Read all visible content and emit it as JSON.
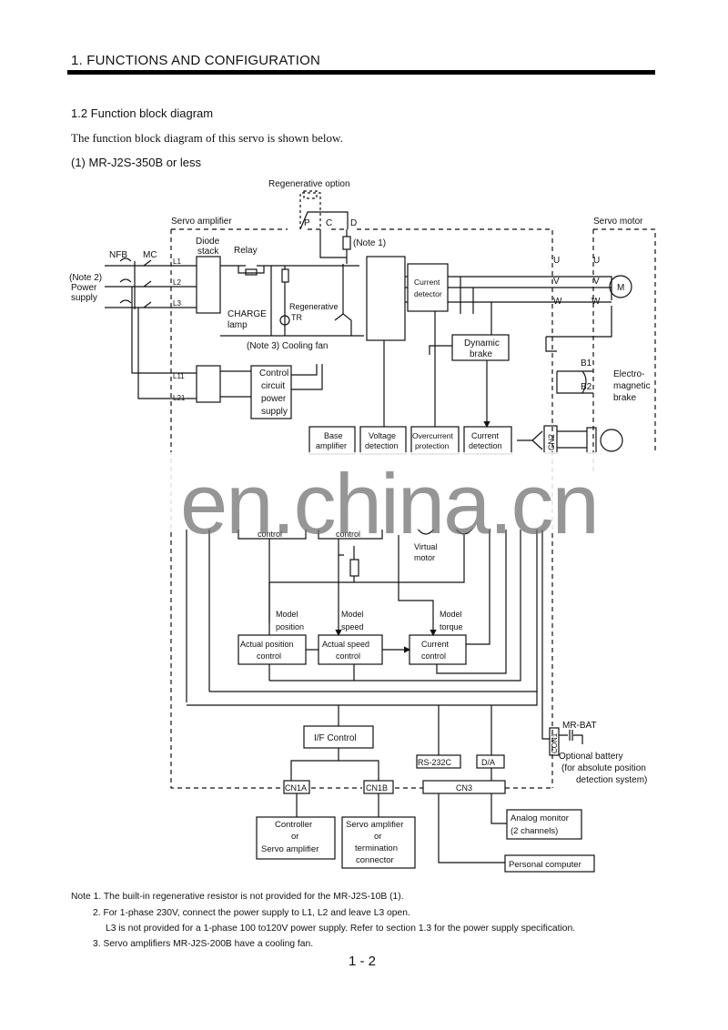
{
  "header": {
    "chapter_title": "1. FUNCTIONS AND CONFIGURATION",
    "section_title": "1.2 Function block diagram",
    "intro_text": "The function block diagram of this servo is shown below.",
    "sub_title": "(1) MR-J2S-350B or less"
  },
  "diagram": {
    "regenerative_option": "Regenerative option",
    "servo_amplifier": "Servo amplifier",
    "servo_motor": "Servo motor",
    "terminals": {
      "p": "P",
      "c": "C",
      "d": "D"
    },
    "note1_ref": "(Note 1)",
    "nfb": "NFB",
    "mc": "MC",
    "power_supply": [
      "(Note 2)",
      "Power",
      "supply"
    ],
    "diode_stack": [
      "Diode",
      "stack"
    ],
    "relay": "Relay",
    "charge_lamp": [
      "CHARGE",
      "lamp"
    ],
    "regenerative_tr": [
      "Regenerative",
      "TR"
    ],
    "cooling_fan": "(Note 3) Cooling fan",
    "inputs": [
      "L1",
      "L2",
      "L3",
      "L11",
      "L21"
    ],
    "control_power": [
      "Control",
      "circuit",
      "power",
      "supply"
    ],
    "current_detector": [
      "Current",
      "detector"
    ],
    "dynamic_brake": [
      "Dynamic",
      "brake"
    ],
    "outputs_amp": [
      "U",
      "V",
      "W"
    ],
    "outputs_motor": [
      "U",
      "V",
      "W"
    ],
    "motor": "M",
    "brake_terms": [
      "B1",
      "B2"
    ],
    "em_brake": [
      "Electro-",
      "magnetic",
      "brake"
    ],
    "base_amplifier": [
      "Base",
      "amplifier"
    ],
    "voltage_detection": [
      "Voltage",
      "detection"
    ],
    "overcurrent_protection": [
      "Overcurrent",
      "protection"
    ],
    "current_detection": [
      "Current",
      "detection"
    ],
    "cn2": "CN2",
    "model_position_control": "control",
    "model_speed_control": "control",
    "virtual_motor": [
      "Virtual",
      "motor"
    ],
    "model_position": [
      "Model",
      "position"
    ],
    "model_speed": [
      "Model",
      "speed"
    ],
    "model_torque": [
      "Model",
      "torque"
    ],
    "actual_position_control": [
      "Actual position",
      "control"
    ],
    "actual_speed_control": [
      "Actual speed",
      "control"
    ],
    "current_control": [
      "Current",
      "control"
    ],
    "if_control": "I/F Control",
    "rs232c": "RS-232C",
    "da": "D/A",
    "cn1a": "CN1A",
    "cn1b": "CN1B",
    "cn3": "CN3",
    "con1": "CON1",
    "mr_bat": "MR-BAT",
    "optional_battery": [
      "Optional battery",
      "(for absolute position",
      "detection system)"
    ],
    "controller": [
      "Controller",
      "or",
      "Servo amplifier"
    ],
    "servo_amp_term": [
      "Servo amplifier",
      "or",
      "termination",
      "connector"
    ],
    "analog_monitor": [
      "Analog monitor",
      "(2 channels)"
    ],
    "personal_computer": "Personal computer"
  },
  "watermark": "en.china.cn",
  "notes": {
    "note1": "Note 1. The built-in regenerative resistor is not provided for the MR-J2S-10B (1).",
    "note2": "2. For 1-phase 230V, connect the power supply to L1, L2 and leave L3 open.",
    "note2b": "L3 is not provided for a 1-phase 100 to120V power supply. Refer to section 1.3 for the power supply specification.",
    "note3": "3. Servo amplifiers MR-J2S-200B have a cooling fan."
  },
  "footer": {
    "page_number": "1 - 2"
  }
}
